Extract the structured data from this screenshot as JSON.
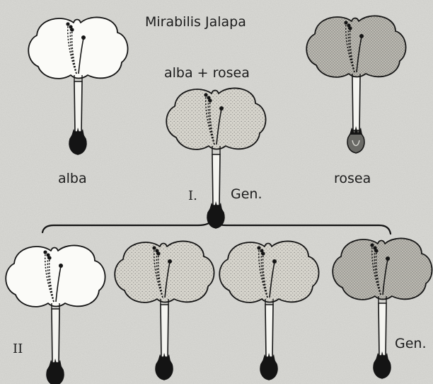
{
  "title": "Mirabilis Jalapa",
  "cross_label": "alba + rosea",
  "parent_left_label": "alba",
  "parent_right_label": "rosea",
  "f1_label": {
    "roman": "I.",
    "gen": "Gen."
  },
  "f2_label": {
    "roman": "II",
    "gen": "Gen."
  },
  "colors": {
    "paper": "#dcdcd8",
    "ink": "#141414",
    "white_petal": "#fbfbf8",
    "pink_petal": "#d6d4cc",
    "rosea_petal": "#bcbab2"
  },
  "flowers": [
    {
      "role": "parent-alba",
      "petal": "white",
      "ovary": "dark"
    },
    {
      "role": "f1-hybrid",
      "petal": "pink",
      "ovary": "dark"
    },
    {
      "role": "parent-rosea",
      "petal": "rosea",
      "ovary": "pale"
    },
    {
      "role": "f2-1",
      "petal": "white",
      "ovary": "dark"
    },
    {
      "role": "f2-2",
      "petal": "pink",
      "ovary": "dark"
    },
    {
      "role": "f2-3",
      "petal": "pink",
      "ovary": "dark"
    },
    {
      "role": "f2-4",
      "petal": "rosea",
      "ovary": "dark"
    }
  ]
}
